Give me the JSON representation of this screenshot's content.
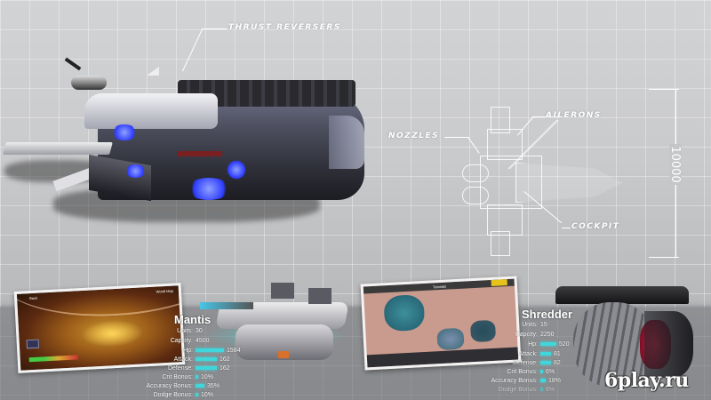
{
  "scene": {
    "background_color": "#cbcccf",
    "floor_color": "#8b8d90",
    "accent_color": "#3fd6dc"
  },
  "battleship": {
    "callouts": [
      {
        "id": "thrust-reversers",
        "label": "THRUST REVERSERS"
      }
    ]
  },
  "blueprint": {
    "callouts": [
      {
        "id": "ailerons",
        "label": "AILERONS"
      },
      {
        "id": "nozzles",
        "label": "NOZZLES"
      },
      {
        "id": "cockpit",
        "label": "COCKPIT"
      }
    ],
    "dimension_label": "10000"
  },
  "screenshots": {
    "world_map": {
      "back_label": "Back",
      "title": "World Map"
    },
    "tower_defense": {
      "title": "Tutorials"
    }
  },
  "units": [
    {
      "name": "Mantis",
      "stats": [
        {
          "label": "Units:",
          "value": "30",
          "bar": 0
        },
        {
          "label": "Capcity:",
          "value": "4500",
          "bar": 0
        },
        {
          "label": "Hp:",
          "value": "1584",
          "bar": 95
        },
        {
          "label": "Attack:",
          "value": "162",
          "bar": 70
        },
        {
          "label": "Defense:",
          "value": "162",
          "bar": 70
        },
        {
          "label": "Crit Bonus:",
          "value": "10%",
          "bar": 6
        },
        {
          "label": "Accuracy Bonus:",
          "value": "35%",
          "bar": 18
        },
        {
          "label": "Dodge Bonus:",
          "value": "10%",
          "bar": 6
        }
      ]
    },
    {
      "name": "Shredder",
      "stats": [
        {
          "label": "Units:",
          "value": "15",
          "bar": 0
        },
        {
          "label": "Capcity:",
          "value": "2250",
          "bar": 0
        },
        {
          "label": "Hp:",
          "value": "520",
          "bar": 55
        },
        {
          "label": "Attack:",
          "value": "81",
          "bar": 40
        },
        {
          "label": "Defense:",
          "value": "82",
          "bar": 40
        },
        {
          "label": "Crit Bonus:",
          "value": "6%",
          "bar": 6
        },
        {
          "label": "Accuracy Bonus:",
          "value": "18%",
          "bar": 12
        },
        {
          "label": "Dodge Bonus:",
          "value": "6%",
          "bar": 5
        }
      ]
    }
  ],
  "watermark": "6play.ru"
}
